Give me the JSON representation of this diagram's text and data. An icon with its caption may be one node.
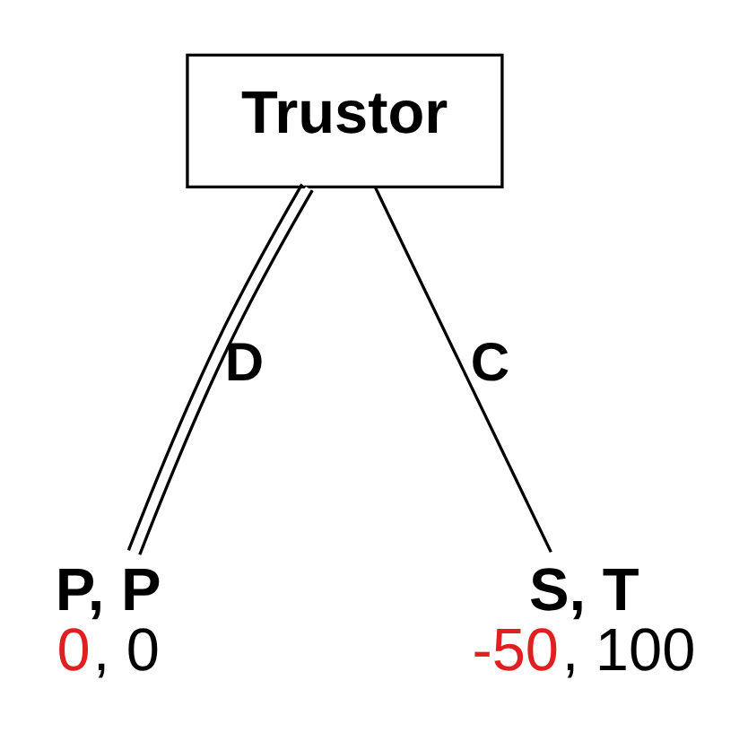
{
  "diagram": {
    "nodes": [
      {
        "text": [
          "Trustor"
        ]
      },
      {
        "text": [
          "P, P",
          "0, 0"
        ]
      },
      {
        "text": [
          "S, T",
          "-50, 100"
        ]
      }
    ],
    "edges": [
      {
        "from": 0,
        "to": 1,
        "arrow": "none",
        "label": "D"
      },
      {
        "from": 0,
        "to": 2,
        "arrow": "none",
        "label": "C"
      }
    ]
  }
}
